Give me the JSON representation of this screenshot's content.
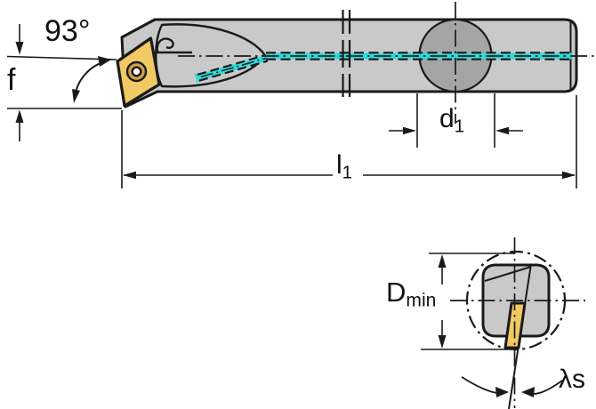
{
  "drawing": {
    "title": "boring-bar-technical-drawing",
    "side_view": {
      "angle_label": "93°",
      "f_label": "f",
      "d1": {
        "main": "d",
        "sub": "1"
      },
      "l1": {
        "main": "l",
        "sub": "1"
      }
    },
    "section_view": {
      "dmin": {
        "main": "D",
        "sub": "min"
      },
      "lambda_s": "λs"
    },
    "colors": {
      "body_gray": "#c9c9c9",
      "cross_hole_gray": "#a5a5a5",
      "insert_yellow": "#f1c965",
      "insert_ring_gold": "#cfa24c",
      "coolant_cyan": "#2fdbdb",
      "line_black": "#1a1a1a",
      "background": "#ffffff"
    }
  }
}
